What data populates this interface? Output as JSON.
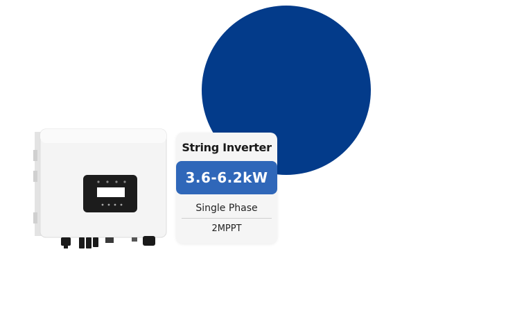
{
  "colors": {
    "circle": "#033b8a",
    "power_badge": "#2f67b9"
  },
  "card": {
    "title": "String Inverter",
    "power": "3.6-6.2kW",
    "phase": "Single Phase",
    "mppt": "2MPPT"
  },
  "product": {
    "icon": "inverter-image"
  }
}
